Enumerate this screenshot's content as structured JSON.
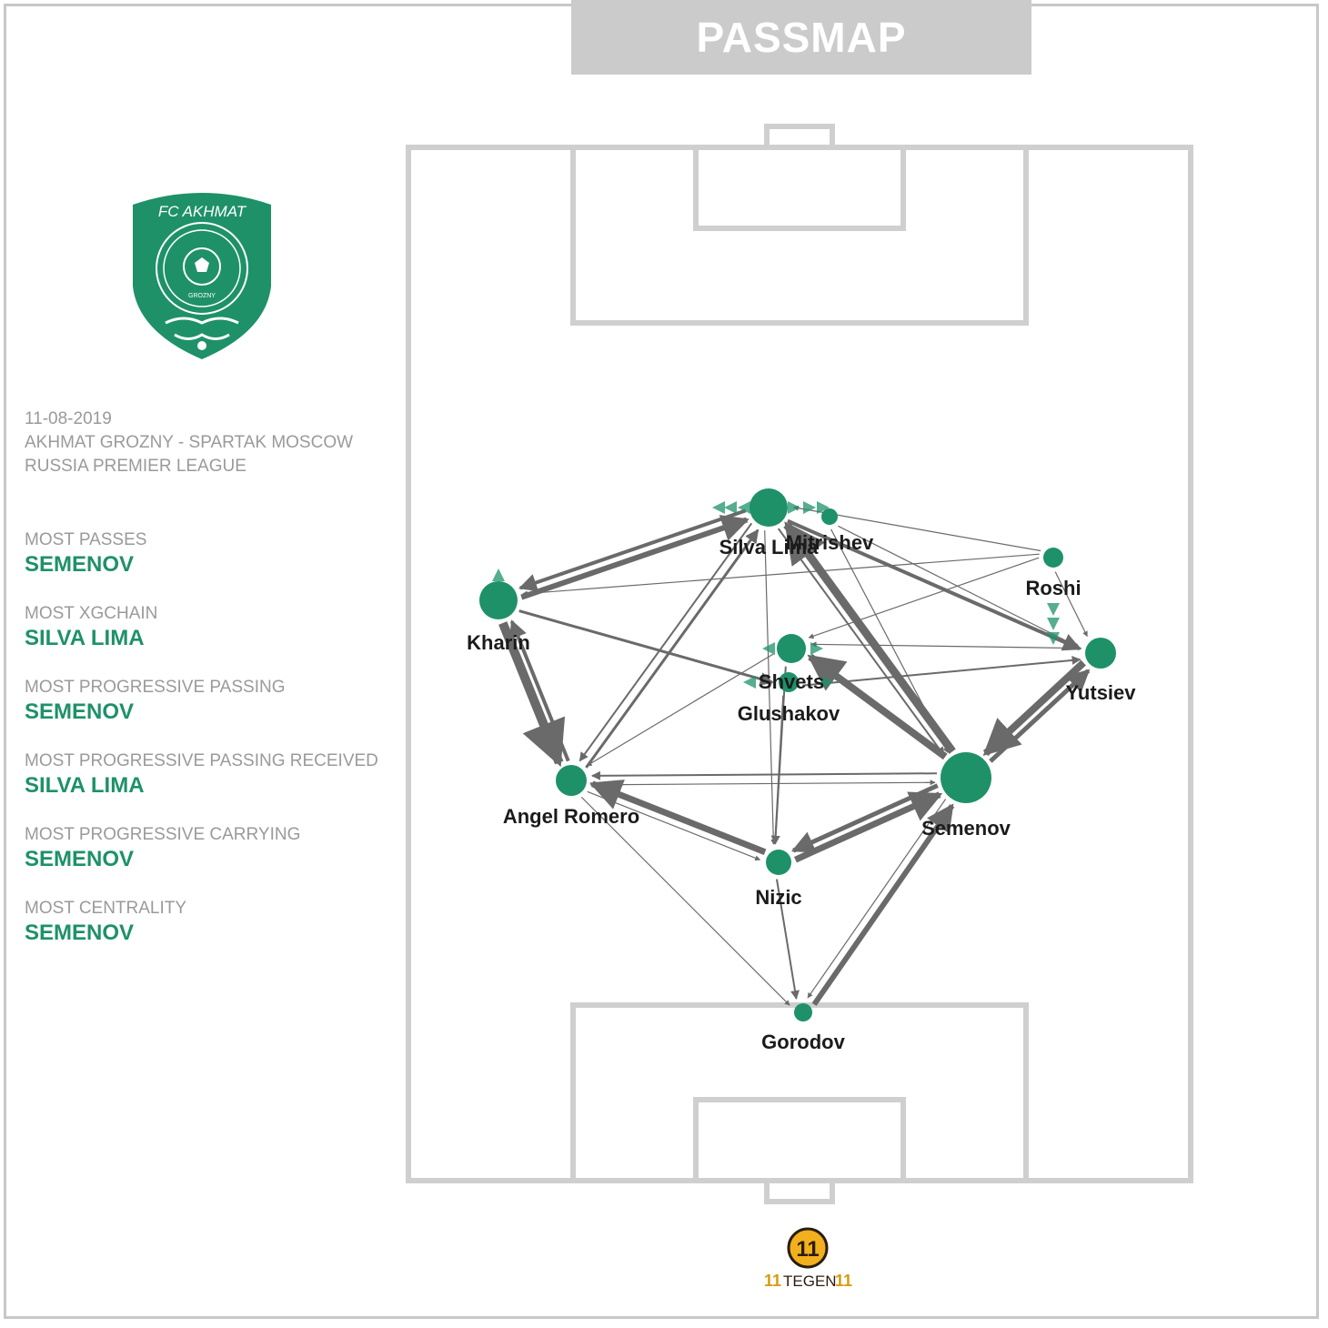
{
  "header": {
    "title": "PASSMAP"
  },
  "crest": {
    "text": "FC AKHMAT",
    "city": "GROZNY"
  },
  "match": {
    "date": "11-08-2019",
    "fixture": "AKHMAT GROZNY - SPARTAK MOSCOW",
    "competition": "RUSSIA PREMIER LEAGUE"
  },
  "stats": [
    {
      "label": "MOST PASSES",
      "value": "SEMENOV"
    },
    {
      "label": "MOST XGCHAIN",
      "value": "SILVA LIMA"
    },
    {
      "label": "MOST PROGRESSIVE PASSING",
      "value": "SEMENOV"
    },
    {
      "label": "MOST PROGRESSIVE PASSING RECEIVED",
      "value": "SILVA LIMA"
    },
    {
      "label": "MOST PROGRESSIVE CARRYING",
      "value": "SEMENOV"
    },
    {
      "label": "MOST CENTRALITY",
      "value": "SEMENOV"
    }
  ],
  "brand": {
    "text": "TEGEN"
  },
  "colors": {
    "node": "#1e9169",
    "edge": "#6a6a6a",
    "pitch_line": "#cfcfcf",
    "title_bg": "#cbcbcb",
    "label": "#9a9a9a"
  },
  "players": [
    {
      "id": "silva_lima",
      "name": "Silva Lima"
    },
    {
      "id": "mitrishev",
      "name": "Mitrishev"
    },
    {
      "id": "roshi",
      "name": "Roshi"
    },
    {
      "id": "kharin",
      "name": "Kharin"
    },
    {
      "id": "shvets",
      "name": "Shvets"
    },
    {
      "id": "glushakov",
      "name": "Glushakov"
    },
    {
      "id": "yutsiev",
      "name": "Yutsiev"
    },
    {
      "id": "angel_romero",
      "name": "Angel Romero"
    },
    {
      "id": "semenov",
      "name": "Semenov"
    },
    {
      "id": "nizic",
      "name": "Nizic"
    },
    {
      "id": "gorodov",
      "name": "Gorodov"
    }
  ]
}
